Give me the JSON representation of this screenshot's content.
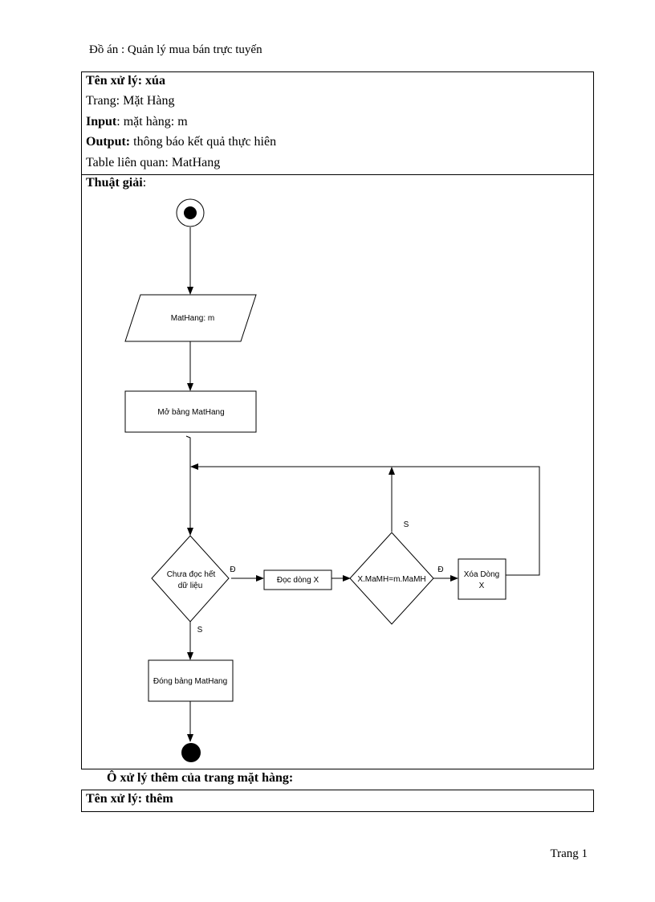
{
  "header": "Đồ án : Quản lý mua  bán trực tuyến",
  "info": {
    "name_label": "Tên xử lý: xúa",
    "page_label": "Trang:  Mặt Hàng",
    "input_label": "Input",
    "input_value": ": mặt hàng:  m",
    "output_label": "Output:",
    "output_value": " thông báo kết quả thực hiên",
    "table_label": "Table  liên quan:  MatHang"
  },
  "algorithm_label": "Thuật  giải",
  "algorithm_colon": ":",
  "flowchart": {
    "input": "MatHang: m",
    "open": "Mở bảng MatHang",
    "cond1_line1": "Chưa đọc hết",
    "cond1_line2": "dữ liệu",
    "read": "Đọc dòng X",
    "cond2": "X.MaMH=m.MaMH",
    "delete_line1": "Xóa Dòng",
    "delete_line2": "X",
    "close": "Đóng bảng MatHang",
    "yes": "Đ",
    "no": "S"
  },
  "next_section": "Ô xử lý thêm của trang mặt hàng:",
  "next_name": "Tên xử lý: thêm",
  "footer": "Trang  1"
}
